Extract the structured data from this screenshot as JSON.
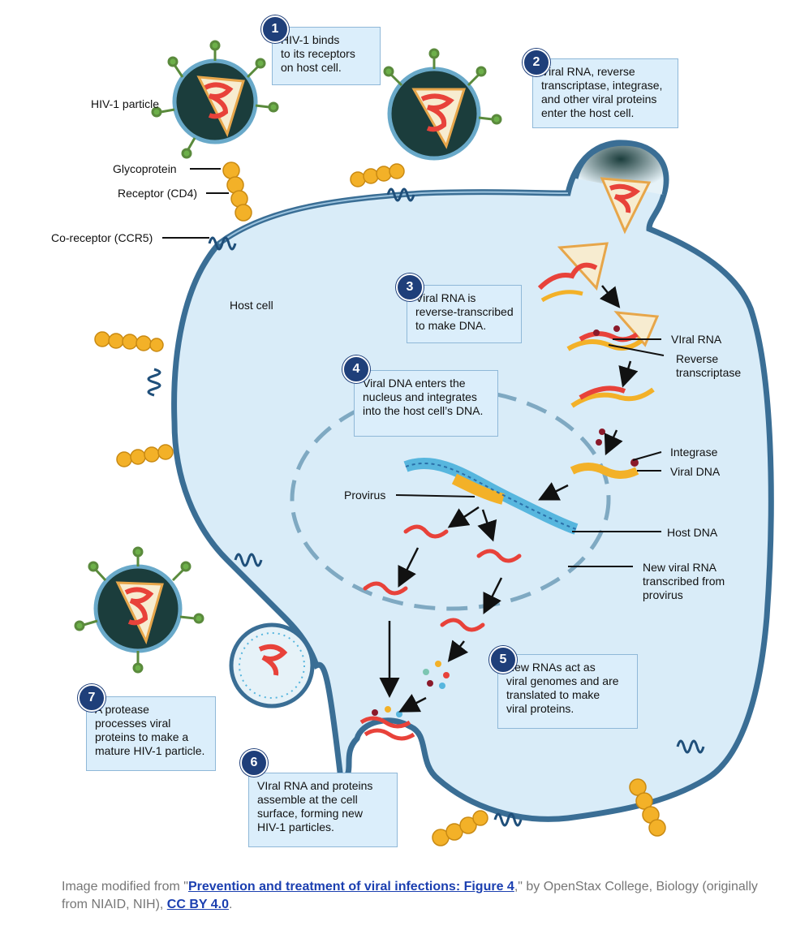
{
  "steps": [
    {
      "number": "1",
      "text": "HIV-1 binds\nto its receptors\non host cell."
    },
    {
      "number": "2",
      "text": "Viral RNA, reverse\ntranscriptase, integrase,\nand other viral proteins\nenter the host cell."
    },
    {
      "number": "3",
      "text": "Viral RNA is\nreverse-transcribed\nto make DNA."
    },
    {
      "number": "4",
      "text": "Viral DNA enters the\nnucleus and integrates\ninto the host cell’s DNA."
    },
    {
      "number": "5",
      "text": "New RNAs act as\nviral genomes and are\ntranslated to make\nviral proteins."
    },
    {
      "number": "6",
      "text": "VIral RNA and proteins\nassemble at the cell\nsurface, forming new\nHIV-1 particles."
    },
    {
      "number": "7",
      "text": "A protease\nprocesses viral\nproteins to make a\nmature HIV-1 particle."
    }
  ],
  "labels": {
    "hiv_particle": "HIV-1 particle",
    "glycoprotein": "Glycoprotein",
    "receptor": "Receptor (CD4)",
    "coreceptor": "Co-receptor (CCR5)",
    "host_cell": "Host cell",
    "viral_rna": "VIral RNA",
    "reverse_transcriptase": "Reverse\ntranscriptase",
    "integrase": "Integrase",
    "viral_dna": "Viral DNA",
    "provirus": "Provirus",
    "host_dna": "Host DNA",
    "new_viral_rna": "New viral RNA\ntranscribed from\nprovirus"
  },
  "caption": {
    "prefix": "Image modified from \"",
    "link_text": "Prevention and treatment of viral infections: Figure 4",
    "middle": ",\" by OpenStax College, Biology (originally from NIAID, NIH), ",
    "license_text": "CC BY 4.0",
    "suffix": "."
  },
  "colors": {
    "cell_fill": "#d9ecf8",
    "membrane": "#3a6e95",
    "virus_core": "#1b3d3c",
    "rna": "#e8423a",
    "receptor_bead": "#f3b128",
    "badge": "#1f3f7a"
  }
}
